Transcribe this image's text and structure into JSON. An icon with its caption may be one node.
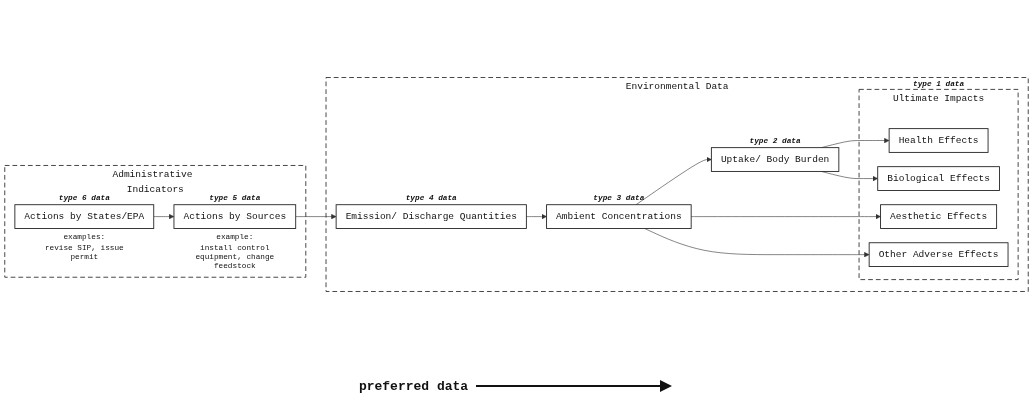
{
  "diagram": {
    "nodes": [
      {
        "text": [
          "Administrative Indicators"
        ]
      },
      {
        "text": [
          "Actions by States/EPA"
        ],
        "in": 0,
        "beside": [
          "type 6 data",
          "examples:",
          "revise SIP, issue permit"
        ]
      },
      {
        "text": [
          "Actions by Sources"
        ],
        "in": 0,
        "beside": [
          "type 5 data",
          "example:",
          "install control equipment, change feedstock"
        ]
      },
      {
        "text": [
          "Environmental Data"
        ]
      },
      {
        "text": [
          "Emission/ Discharge Quantities"
        ],
        "in": 3,
        "beside": [
          "type 4 data"
        ]
      },
      {
        "text": [
          "Ambient Concentrations"
        ],
        "in": 3,
        "beside": [
          "type 3 data"
        ]
      },
      {
        "text": [
          "Uptake/ Body Burden"
        ],
        "in": 3,
        "beside": [
          "type 2 data"
        ]
      },
      {
        "text": [
          "Ultimate Impacts"
        ],
        "in": 3,
        "beside": [
          "type 1 data"
        ]
      },
      {
        "text": [
          "Health Effects"
        ],
        "in": 7
      },
      {
        "text": [
          "Biological Effects"
        ],
        "in": 7
      },
      {
        "text": [
          "Aesthetic Effects"
        ],
        "in": 7
      },
      {
        "text": [
          "Other Adverse Effects"
        ],
        "in": 7
      }
    ],
    "edges": [
      {
        "from": 1,
        "to": 2,
        "arrow": "to"
      },
      {
        "from": 2,
        "to": 4,
        "arrow": "to"
      },
      {
        "from": 4,
        "to": 5,
        "arrow": "to"
      },
      {
        "from": 5,
        "to": 6,
        "arrow": "to"
      },
      {
        "from": 6,
        "to": 8,
        "arrow": "to"
      },
      {
        "from": 6,
        "to": 9,
        "arrow": "to"
      },
      {
        "from": 5,
        "to": 10,
        "arrow": "to"
      },
      {
        "from": 5,
        "to": 11,
        "arrow": "to"
      }
    ],
    "labels": [
      "preferred data"
    ]
  }
}
